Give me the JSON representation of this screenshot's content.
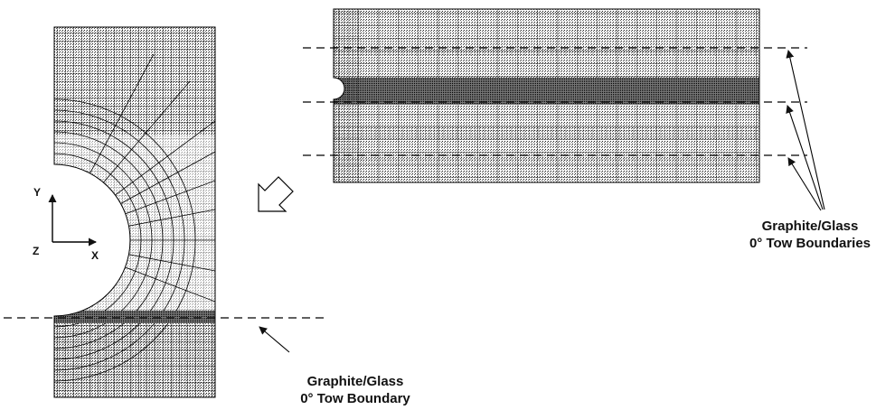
{
  "labels": {
    "right_callout": {
      "line1": "Graphite/Glass",
      "line2": "0° Tow Boundaries"
    },
    "left_callout": {
      "line1": "Graphite/Glass",
      "line2": "0° Tow Boundary"
    }
  },
  "axes": {
    "y": "Y",
    "z": "Z",
    "x": "X"
  }
}
